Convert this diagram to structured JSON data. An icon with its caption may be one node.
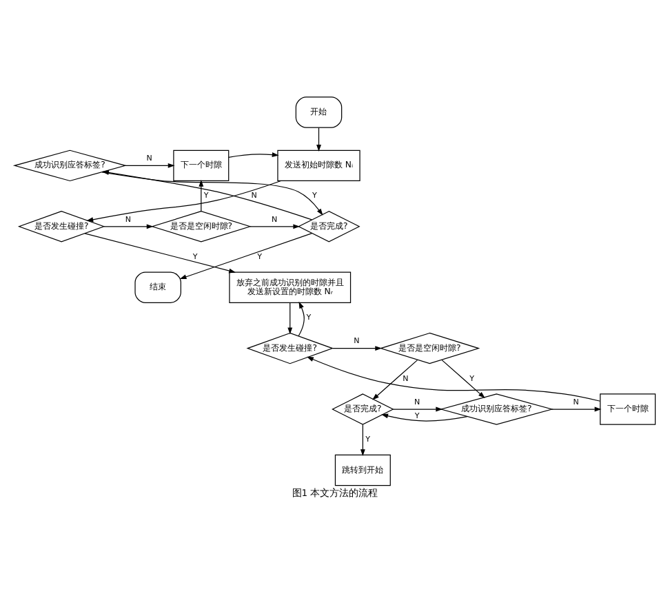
{
  "diagram": {
    "caption": "图1 本文方法的流程",
    "nodes": [
      {
        "text": [
          "开始"
        ]
      },
      {
        "text": [
          "发送初始时隙数 Nᵢ"
        ]
      },
      {
        "text": [
          "是否发生碰撞?"
        ]
      },
      {
        "text": [
          "是否是空闲时隙?"
        ]
      },
      {
        "text": [
          "下一个时隙"
        ]
      },
      {
        "text": [
          "成功识别应答标签?"
        ]
      },
      {
        "text": [
          "是否完成?"
        ]
      },
      {
        "text": [
          "结束"
        ]
      },
      {
        "text": [
          "放弃之前成功识别的时隙并且发送新设置的时隙数 Nᵣ"
        ]
      },
      {
        "text": [
          "是否发生碰撞?"
        ]
      },
      {
        "text": [
          "是否是空闲时隙?"
        ]
      },
      {
        "text": [
          "是否完成?"
        ]
      },
      {
        "text": [
          "成功识别应答标签?"
        ]
      },
      {
        "text": [
          "下一个时隙"
        ]
      },
      {
        "text": [
          "跳转到开始"
        ]
      }
    ],
    "edges": [
      {
        "from": 0,
        "to": 1,
        "arrow": "to"
      },
      {
        "from": 1,
        "to": 2,
        "arrow": "to"
      },
      {
        "from": 2,
        "to": 3,
        "arrow": "to",
        "label": "N"
      },
      {
        "from": 2,
        "to": 8,
        "arrow": "to",
        "label": "Y"
      },
      {
        "from": 3,
        "to": 4,
        "arrow": "to",
        "label": "Y"
      },
      {
        "from": 3,
        "to": 6,
        "arrow": "to",
        "label": "N"
      },
      {
        "from": 4,
        "to": 1,
        "arrow": "to"
      },
      {
        "from": 5,
        "to": 4,
        "arrow": "to",
        "label": "N"
      },
      {
        "from": 5,
        "to": 6,
        "arrow": "to",
        "label": "Y"
      },
      {
        "from": 6,
        "to": 5,
        "arrow": "to",
        "label": "N"
      },
      {
        "from": 6,
        "to": 7,
        "arrow": "to",
        "label": "Y"
      },
      {
        "from": 8,
        "to": 9,
        "arrow": "to"
      },
      {
        "from": 9,
        "to": 8,
        "arrow": "to",
        "label": "Y"
      },
      {
        "from": 9,
        "to": 10,
        "arrow": "to",
        "label": "N"
      },
      {
        "from": 10,
        "to": 11,
        "arrow": "to",
        "label": "N"
      },
      {
        "from": 10,
        "to": 12,
        "arrow": "to",
        "label": "Y"
      },
      {
        "from": 11,
        "to": 12,
        "arrow": "to",
        "label": "N"
      },
      {
        "from": 11,
        "to": 14,
        "arrow": "to",
        "label": "Y"
      },
      {
        "from": 12,
        "to": 13,
        "arrow": "to",
        "label": "N"
      },
      {
        "from": 12,
        "to": 11,
        "arrow": "to",
        "label": "Y"
      },
      {
        "from": 13,
        "to": 9,
        "arrow": "to"
      }
    ]
  }
}
